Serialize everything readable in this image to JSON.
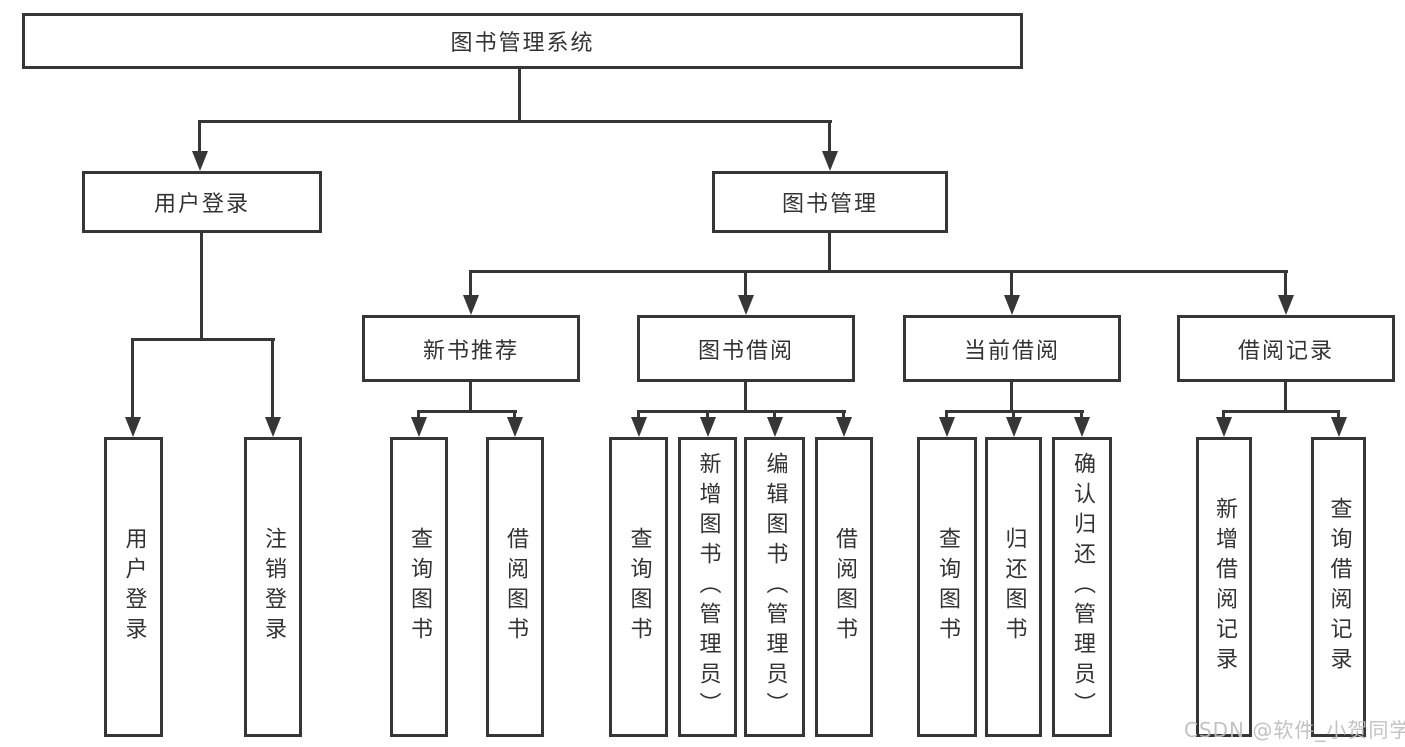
{
  "tree": {
    "label": "图书管理系统",
    "children": [
      {
        "label": "用户登录",
        "children": [
          {
            "label": "用户登录"
          },
          {
            "label": "注销登录"
          }
        ]
      },
      {
        "label": "图书管理",
        "children": [
          {
            "label": "新书推荐",
            "children": [
              {
                "label": "查询图书"
              },
              {
                "label": "借阅图书"
              }
            ]
          },
          {
            "label": "图书借阅",
            "children": [
              {
                "label": "查询图书"
              },
              {
                "label": "新增图书（管理员）"
              },
              {
                "label": "编辑图书（管理员）"
              },
              {
                "label": "借阅图书"
              }
            ]
          },
          {
            "label": "当前借阅",
            "children": [
              {
                "label": "查询图书"
              },
              {
                "label": "归还图书"
              },
              {
                "label": "确认归还（管理员）"
              }
            ]
          },
          {
            "label": "借阅记录",
            "children": [
              {
                "label": "新增借阅记录"
              },
              {
                "label": "查询借阅记录"
              }
            ]
          }
        ]
      }
    ]
  },
  "watermark": "CSDN @软件_小贺同学",
  "colors": {
    "line": "#363636",
    "text": "#333333",
    "background": "#ffffff",
    "watermark": "#bdbdbd"
  }
}
